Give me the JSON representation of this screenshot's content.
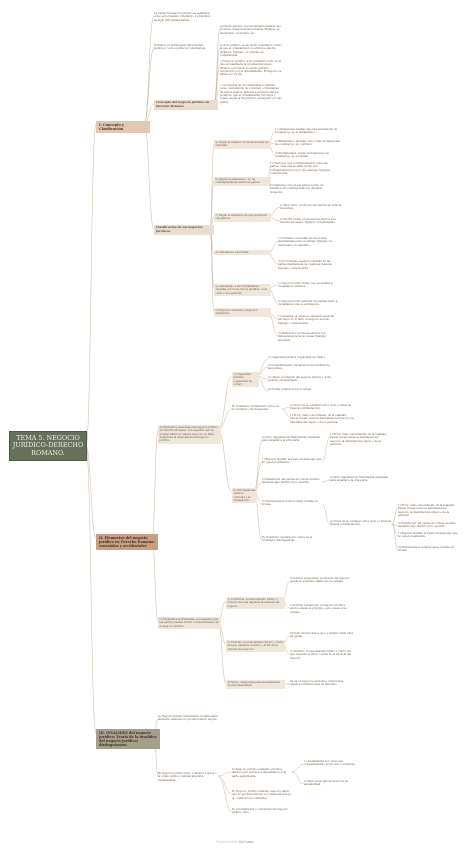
{
  "root": {
    "title": "TEMA 5. NEGOCIO JURÍDICO-DERECHO ROMANO."
  },
  "branches": {
    "b1": "I. Concepto y Clasificación",
    "b2": "II. Elementos del negocio jurídico en Derecho Romano: esenciales y accidentales",
    "b3": "III. INVALIDEZ del negocio jurídico: Teoría de la invalidez del negocio jurídico; distinguiamos:"
  },
  "b1_nodes": {
    "n1": "La categoría negocio jurídico se establece, como acto humano voluntario, a principios de siglo XIX (pandectistas).",
    "n2": "Romanos ya distinguían entre hechos jurídicos y actos jurídicos (voluntarios).",
    "n3": "Concepto del negocio jurídico en Derecho Romano",
    "n3a": "a) Hecho jurídico: acontecimiento natural que produce consecuencias jurídicas. Ejemplo: el nacimiento, la muerte, etc.",
    "n3b": "b) Acto jurídico: es un hecho voluntario y lícito al que el ordenamiento le atribuye efectos jurídicos. Ejemplo: el contrato de compraventa.",
    "n3c": "c) Negocio jurídico: acto voluntario lícito en el que se manifiesta la voluntad del sujeto, dirigido a producir un efecto jurídico reconocido por el ordenamiento. El negocio se define por su fin.",
    "n3d": "» La mayoría de los romanistas lo definen como: declaración de voluntad, o voluntades de varios sujetos, dirigida a producir efectos jurídicos, que el ordenamiento reconoce y tutela, según el fin práctico perseguido por las partes.",
    "n4": "Clasificación de los negocios jurídicos",
    "c1": "a) Según el número de declaraciones de voluntad:",
    "c1a": "1) Unilaterales: bastan una sola declaración de voluntad (p. ej. el testamento).",
    "c1b": "2) Bilaterales o plurales: dos o más declaraciones de voluntad (p. ej. contrato).",
    "c1c": "3) Plurilaterales: varias declaraciones de voluntad (p. ej. sociedad).",
    "c2": "b) Según la existencia o no de contraprestación entre las partes:",
    "c2a": "1) Onerosos: hay contraprestación entre las partes, cada una de ellas recibe una contraprestación por lo que entrega. Ejemplo: compraventa.",
    "c2b": "2) Gratuitos: una de las partes recibe un beneficio sin contraprestación. Ejemplo: donación.",
    "c3": "c) Según el momento en que producen sus efectos:",
    "c3a": "1) Inter vivos: producen sus efectos en vida de las partes.",
    "c3b": "2) Mortis causa: producen sus efectos a la muerte del sujeto. Ejemplo: el testamento.",
    "c4": "d) Atendiendo a la forma:",
    "c4a": "1) Formales: necesitan de una forma determinada para su validez. Ejemplo: la mancipatio, la stipulatio.",
    "c4b": "2) No formales: basta la voluntad de las partes manifestada de cualquier manera. Ejemplo: compraventa.",
    "c5": "e) Atendiendo a las formalidades exigidas por la ley de los pueblos, o ius civile o ius gentium:",
    "c5a": "1) Negocios iuris civilis: solo accesibles a ciudadanos romanos.",
    "c5b": "2) Negocios iuris gentium: accesibles tanto a ciudadanos como a extranjeros.",
    "c6": "f) Negocios causales y negocios abstractos:",
    "c6a": "1) Causales: la causa es elemento esencial del negocio; si falta, el negocio es nulo. Ejemplo: compraventa.",
    "c6b": "2) Abstractos: producen efectos con independencia de su causa. Ejemplo: stipulatio."
  },
  "b2_nodes": {
    "h1": "A) Elementos esenciales del negocio jurídico en Derecho Romano: son aquellos que no pueden faltar en ningún negocio; su falta determina la inexistencia del negocio jurídico.",
    "e1": "1) Capacidad jurídica (capacidad de obrar).",
    "e2": "2) Consentimiento (declaración de voluntad de las partes).",
    "e3": "3) Objeto (contenido del negocio jurídico): lícito, posible y determinado.",
    "e4": "4) Forma (cuando la ley lo exige).",
    "h2": "B) Voluntad y declaración: vicios de la voluntad y discrepancias.",
    "v1": "a) Vicios de la voluntad: error, dolo y violencia (fuerza o intimidación).",
    "v1a": "1) Error: falso conocimiento de la realidad. Puede recaer sobre la naturaleza del negocio, la identidad del objeto o de la persona.",
    "v1b": "2) Dolo: maquinación fraudulenta empleada para engañar a la otra parte.",
    "v2": "b) Discrepancias entre la voluntad y la declaración:",
    "v2a": "1) Reserva mental: el sujeto declara algo que no quiere realmente.",
    "v2b": "2) Simulación: las partes de común acuerdo declaran algo distinto de lo querido.",
    "v2c": "3) Declaraciones iocandi causa: hechas en broma.",
    "h3": "C) Elementos accidentales: son aquellos que las partes pueden incluir voluntariamente en el negocio jurídico.",
    "a1": "1) Condición: acontecimiento futuro e incierto del que depende la eficacia del negocio.",
    "a1a": "Condición suspensiva: la eficacia del negocio queda en suspenso hasta que se cumpla.",
    "a1b": "Condición resolutoria: el negocio produce efectos desde el principio, pero cesan si se cumple.",
    "a2": "2) Término: acontecimiento futuro y cierto del que depende el inicio o el fin de la eficacia del negocio.",
    "a2a": "Término inicial (dies a quo) y término final (dies ad quem).",
    "a3": "3) Modo: carga impuesta al beneficiario de una liberalidad.",
    "a3a": "Se da en negocios gratuitos: donaciones, legados e instituciones de heredero."
  },
  "b3_nodes": {
    "i1": "A) Negocio jurídico inexistente: le falta algún elemento esencial; no produce efecto alguno.",
    "i2": "B) Negocio jurídico nulo: contrario a la ley o al orden público; nulidad absoluta, insubsanable.",
    "i3": "C) Negocio jurídico anulable: produce efectos pero puede ser impugnado por la parte perjudicada.",
    "i3a": "1) Anulabilidad por vicios del consentimiento: error, dolo y violencia.",
    "i3b": "2) Plazo para ejercer la acción de anulabilidad.",
    "i4": "D) Negocio jurídico ineficaz: negocio válido que no produce efectos por causa externa (p. ej. condición no cumplida).",
    "i5": "E) Convalidación y conversión del negocio jurídico nulo."
  },
  "footer": {
    "prefix": "Powered with",
    "brand": "GoConqr"
  },
  "colors": {
    "root": "#66705a",
    "b1": "#e0c9b4",
    "b2": "#c99f84",
    "b3": "#a5a08e",
    "line": "#c9b59e"
  }
}
